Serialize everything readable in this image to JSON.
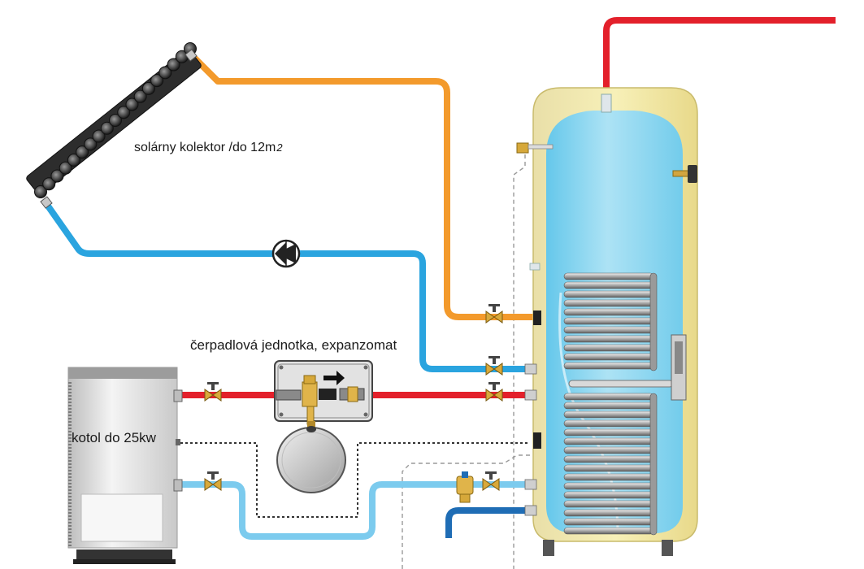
{
  "labels": {
    "solar_collector": "solárny kolektor /do 12m",
    "solar_collector_sup": "2",
    "pump_unit": "čerpadlová jednotka, expanzomat",
    "boiler": "kotol do 25kw"
  },
  "icons": {
    "flow_arrow": "arrow-right-icon",
    "pump": "circulation-pump-icon"
  },
  "colors": {
    "hot_water": "#e3202b",
    "solar_supply": "#f39a2c",
    "solar_return": "#2aa4df",
    "boiler_return": "#7ccbee",
    "cold_water": "#1f6db5",
    "tank_shell": "#f3e9a0",
    "tank_water": "#7fd1f3",
    "control_line": "#333333"
  }
}
